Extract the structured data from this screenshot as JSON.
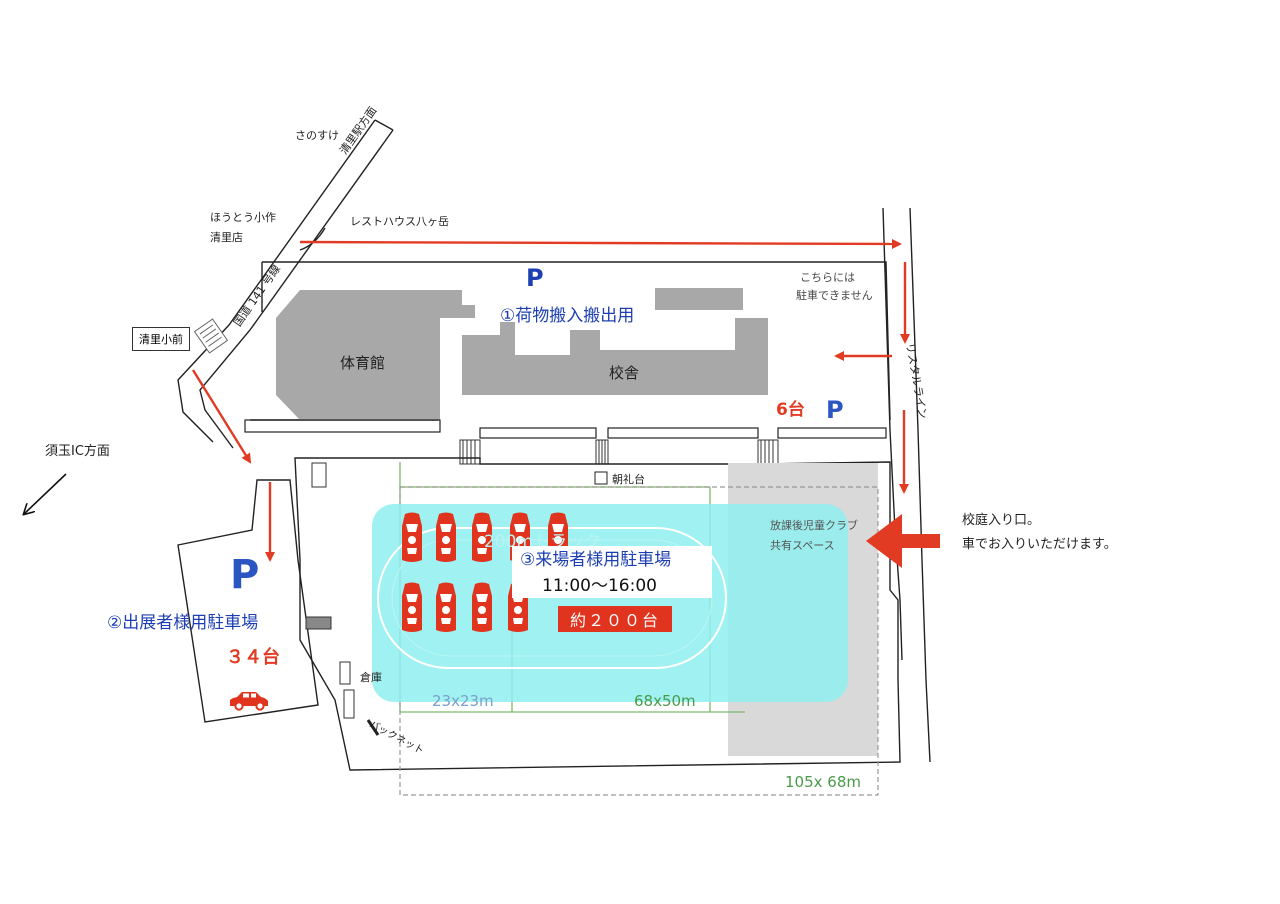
{
  "places": {
    "sanosuke": "さのすけ",
    "kiyosato_station": "清里駅方面",
    "houtou_shop": "ほうとう小作",
    "houtou_branch": "清里店",
    "rest_house": "レストハウス八ヶ岳",
    "route141": "国道 141 号線",
    "kiyosato_elem": "清里小前",
    "sutama_ic": "須玉IC方面",
    "gym": "体育館",
    "school": "校舎",
    "no_parking_1": "こちらには",
    "no_parking_2": "駐車できません",
    "line_road": "リスタルライン",
    "morning_stage": "朝礼台",
    "storage": "倉庫",
    "backnet": "バックネット",
    "afterschool_1": "放課後児童クラブ",
    "afterschool_2": "共有スペース",
    "track_bg": "200mトラック"
  },
  "parking": {
    "p_symbol": "P",
    "lot1_label": "①荷物搬入搬出用",
    "lot6_count": "6台",
    "lot2_label": "②出展者様用駐車場",
    "lot2_count": "３４台",
    "lot3_label": "③来場者様用駐車場",
    "lot3_hours": "11:00〜16:00",
    "lot3_count": "約２００台"
  },
  "dimensions": {
    "field_small": "23x23m",
    "field_mid": "68x50m",
    "field_large": "105x 68m"
  },
  "entrance": {
    "line1": "校庭入り口。",
    "line2": "車でお入りいただけます。"
  },
  "colors": {
    "route_arrow": "#e23b23",
    "car": "#e1341e",
    "parking_area": "#8fefef",
    "building": "#a8a8a8",
    "shared_space": "#d9d9d9",
    "field_line": "#7dbb6a"
  }
}
